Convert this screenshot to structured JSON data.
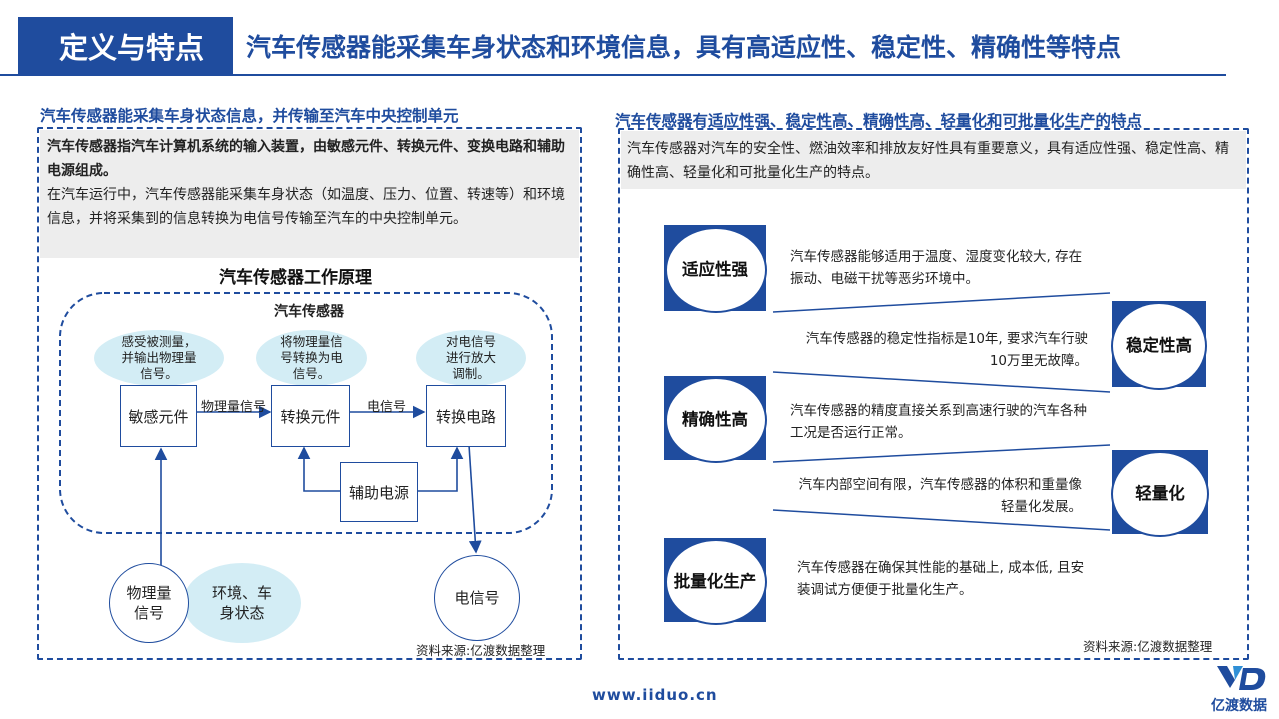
{
  "header": {
    "tag": "定义与特点",
    "title": "汽车传感器能采集车身状态和环境信息，具有高适应性、稳定性、精确性等特点"
  },
  "left": {
    "section_title": "汽车传感器能采集车身状态信息，并传输至汽车中央控制单元",
    "intro_bold": "汽车传感器指汽车计算机系统的输入装置，由敏感元件、转换元件、变换电路和辅助电源组成。",
    "intro_text": "在汽车运行中，汽车传感器能采集车身状态（如温度、压力、位置、转速等）和环境信息，并将采集到的信息转换为电信号传输至汽车的中央控制单元。",
    "diagram": {
      "title": "汽车传感器工作原理",
      "group_label": "汽车传感器",
      "bubbles": [
        "感受被测量，并输出物理量信号。",
        "将物理量信号转换为电信号。",
        "对电信号进行放大调制。"
      ],
      "boxes": [
        "敏感元件",
        "转换元件",
        "转换电路"
      ],
      "aux_power": "辅助电源",
      "arrow_labels": [
        "物理量信号",
        "电信号"
      ],
      "input_circle": "物理量信号",
      "input_bubble": "环境、车身状态",
      "output_circle": "电信号"
    },
    "source": "资料来源:亿渡数据整理"
  },
  "right": {
    "section_title": "汽车传感器有适应性强、稳定性高、精确性高、轻量化和可批量化生产的特点",
    "intro": "汽车传感器对汽车的安全性、燃油效率和排放友好性具有重要意义，具有适应性强、稳定性高、精确性高、轻量化和可批量化生产的特点。",
    "features": [
      {
        "name": "适应性强",
        "desc": "汽车传感器能够适用于温度、湿度变化较大, 存在振动、电磁干扰等恶劣环境中。"
      },
      {
        "name": "稳定性高",
        "desc": "汽车传感器的稳定性指标是10年, 要求汽车行驶10万里无故障。"
      },
      {
        "name": "精确性高",
        "desc": "汽车传感器的精度直接关系到高速行驶的汽车各种工况是否运行正常。"
      },
      {
        "name": "轻量化",
        "desc": "汽车内部空间有限，汽车传感器的体积和重量像轻量化发展。"
      },
      {
        "name": "批量化生产",
        "desc": "汽车传感器在确保其性能的基础上, 成本低, 且安装调试方便便于批量化生产。"
      }
    ],
    "source": "资料来源:亿渡数据整理"
  },
  "footer": {
    "url": "www.iiduo.cn",
    "logo_text": "亿渡数据"
  },
  "colors": {
    "brand": "#1f4c9e",
    "bubble": "#d3edf5",
    "panel_gray": "#ededed"
  }
}
